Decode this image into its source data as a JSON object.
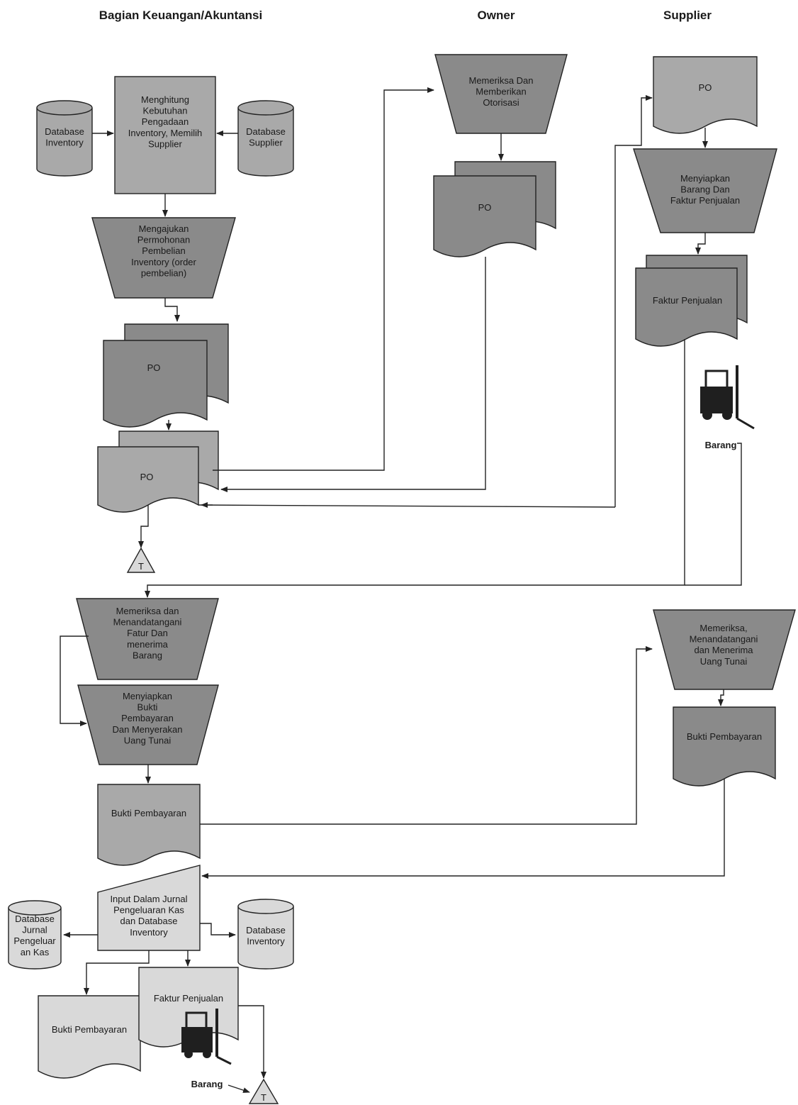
{
  "headers": {
    "finance": "Bagian Keuangan/Akuntansi",
    "owner": "Owner",
    "supplier": "Supplier"
  },
  "finance": {
    "db_inventory": [
      "Database",
      "Inventory"
    ],
    "db_supplier": [
      "Database",
      "Supplier"
    ],
    "calc_process": [
      "Menghitung",
      "Kebutuhan",
      "Pengadaan",
      "Inventory, Memilih",
      "Supplier"
    ],
    "submit_request": [
      "Mengajukan",
      "Permohonan",
      "Pembelian",
      "Inventory (order",
      "pembelian)"
    ],
    "po_doc_1": "PO",
    "po_doc_2": "PO",
    "file_marker_1": "T",
    "check_sign": [
      "Memeriksa dan",
      "Menandatangani",
      "Fatur Dan",
      "menerima",
      "Barang"
    ],
    "prepare_payment": [
      "Menyiapkan",
      "Bukti",
      "Pembayaran",
      "Dan Menyerakan",
      "Uang Tunai"
    ],
    "payment_proof": "Bukti Pembayaran",
    "input_journal": [
      "Input Dalam Jurnal",
      "Pengeluaran Kas",
      "dan Database",
      "Inventory"
    ],
    "db_journal": [
      "Database",
      "Jurnal",
      "Pengeluar",
      "an Kas"
    ],
    "db_inventory_2": [
      "Database",
      "Inventory"
    ],
    "payment_proof_2": "Bukti Pembayaran",
    "sales_invoice_2": "Faktur Penjualan",
    "goods_label_2": "Barang",
    "file_marker_2": "T"
  },
  "owner": {
    "authorize": [
      "Memeriksa Dan",
      "Memberikan",
      "Otorisasi"
    ],
    "po_doc": "PO"
  },
  "supplier": {
    "po_doc": "PO",
    "prepare_goods": [
      "Menyiapkan",
      "Barang Dan",
      "Faktur Penjualan"
    ],
    "sales_invoice": "Faktur Penjualan",
    "goods_label": "Barang",
    "check_receive_cash": [
      "Memeriksa,",
      "Menandatangani",
      "dan Menerima",
      "Uang Tunai"
    ],
    "payment_proof": "Bukti Pembayaran"
  }
}
